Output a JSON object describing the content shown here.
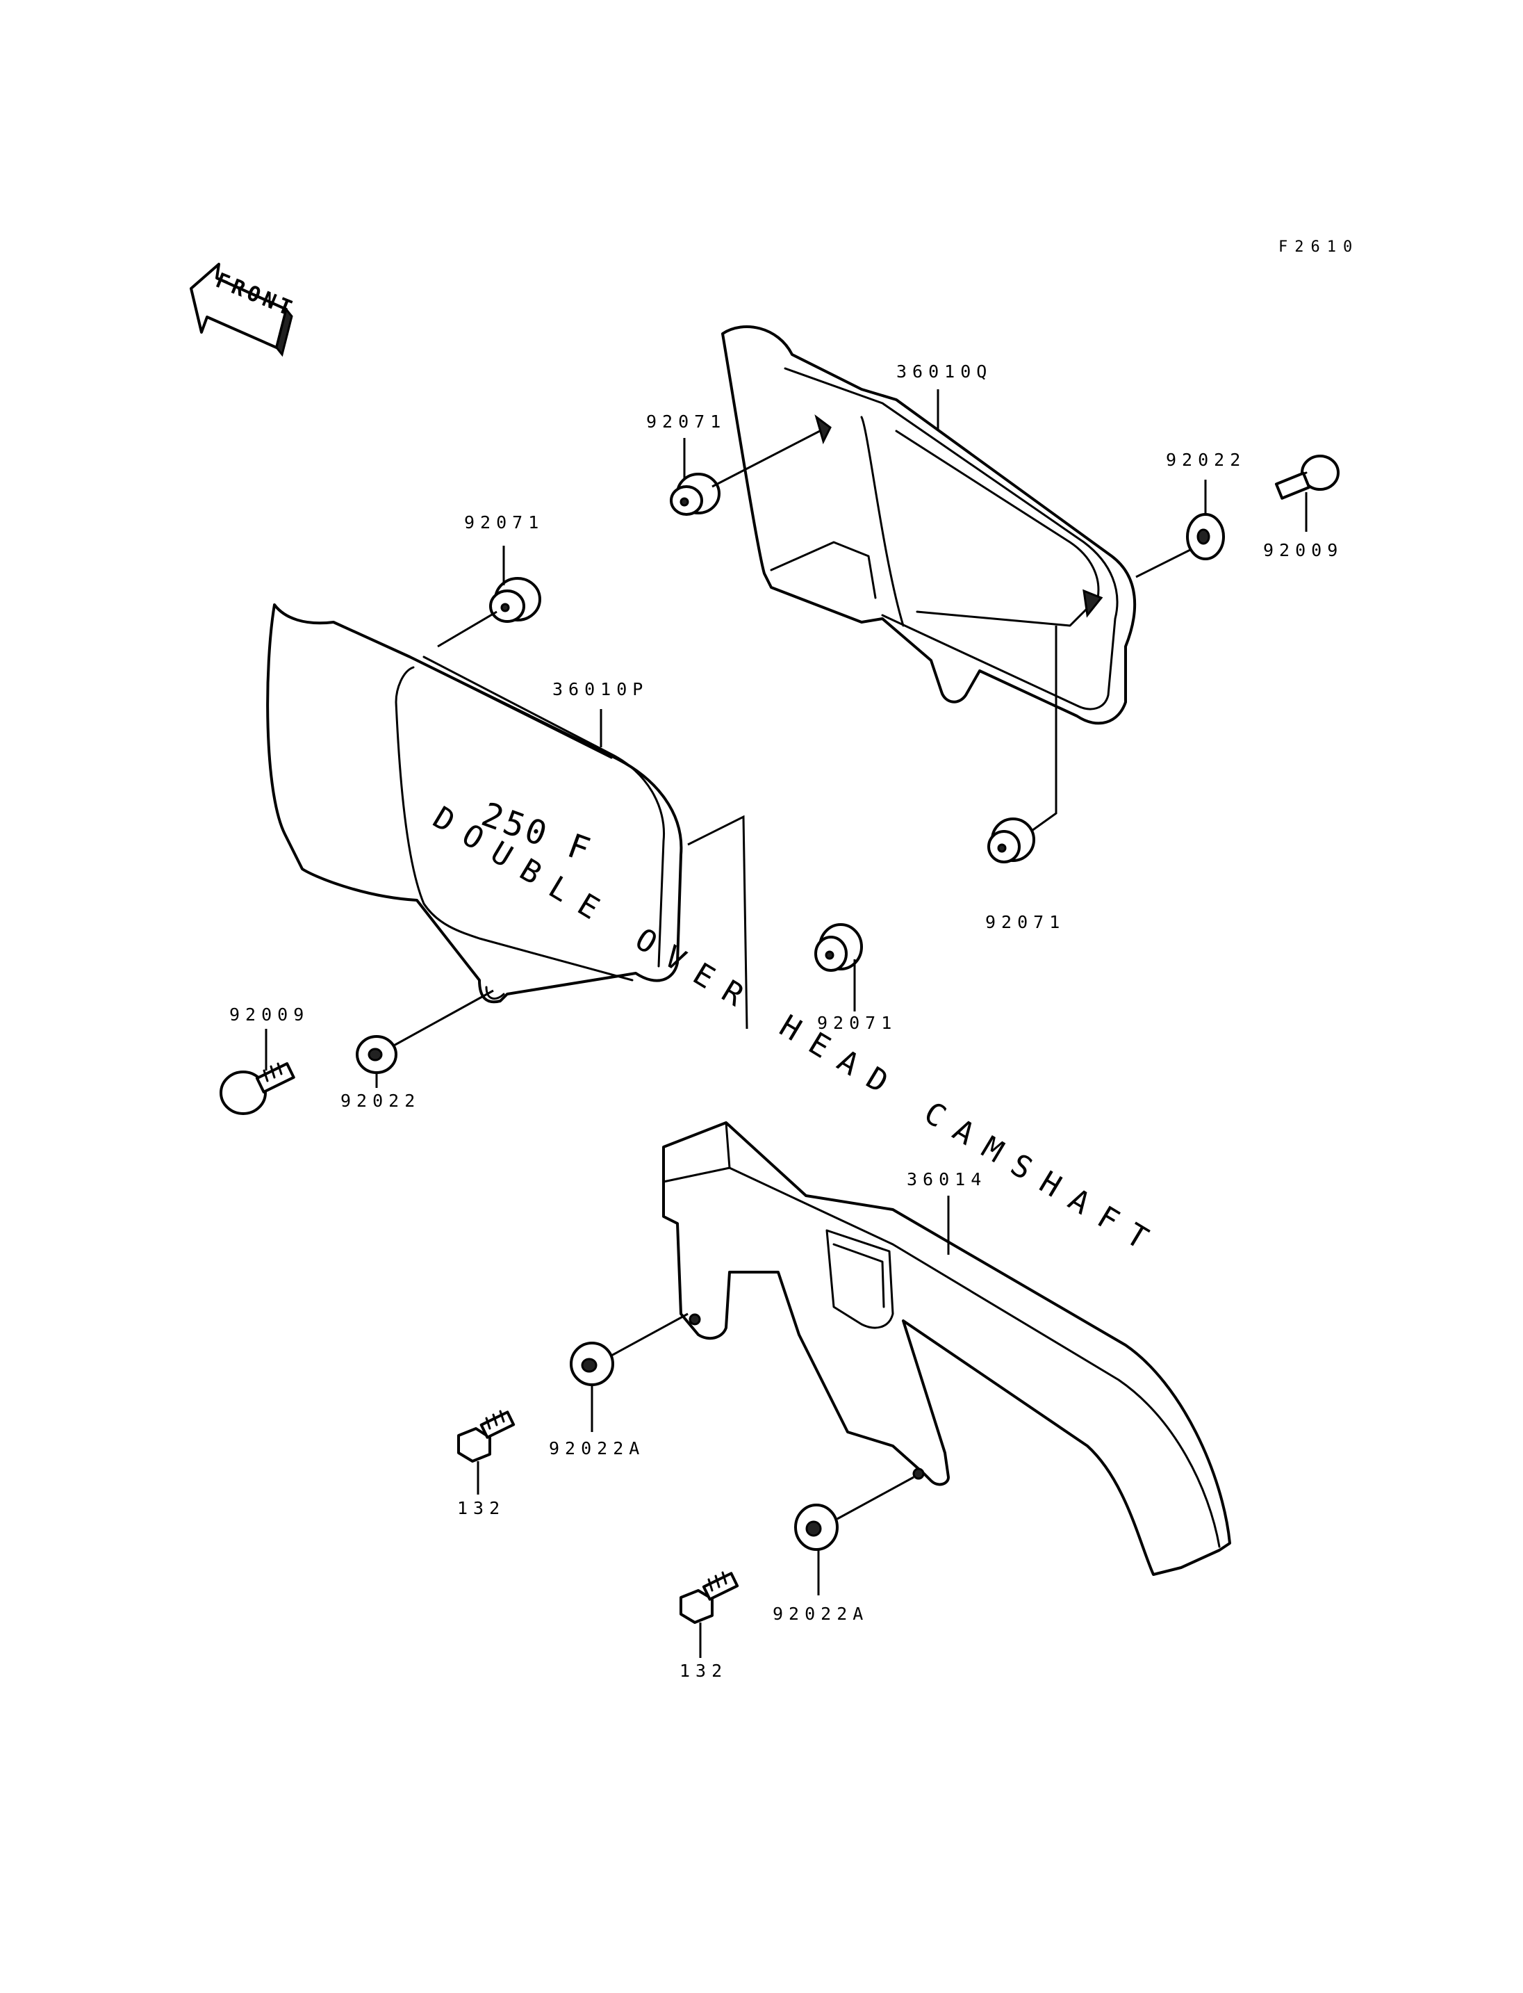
{
  "figure_code": "F2610",
  "front_label": "FRONT",
  "parts": {
    "cover_right": "36010Q",
    "cover_left": "36010P",
    "chain_guard": "36014",
    "grommet_a": "92071",
    "grommet_b": "92071",
    "grommet_c": "92071",
    "grommet_d": "92071",
    "washer_top_right": "92022",
    "bolt_top_right": "92009",
    "bolt_left": "92009",
    "washer_left": "92022",
    "collar_a": "92022A",
    "collar_b": "92022A",
    "bolt_132_a": "132",
    "bolt_132_b": "132"
  },
  "decal": {
    "text": "DOUBLE OVER HEAD CAMSHAFT",
    "model": "250 F"
  }
}
